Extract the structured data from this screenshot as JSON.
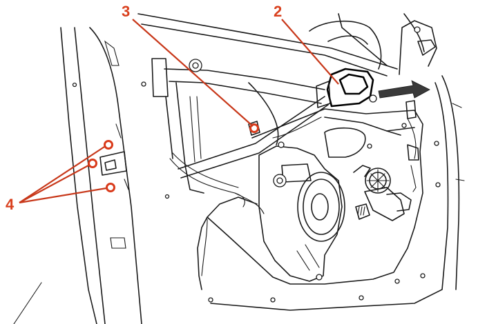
{
  "diagram": {
    "callouts": [
      {
        "id": "2",
        "label": "2"
      },
      {
        "id": "3",
        "label": "3"
      },
      {
        "id": "4",
        "label": "4"
      }
    ],
    "colors": {
      "callout": "#d9401e",
      "highlight": "#d93a1a",
      "arrow": "#3a3a3a",
      "line": "#1a1a1a"
    }
  }
}
